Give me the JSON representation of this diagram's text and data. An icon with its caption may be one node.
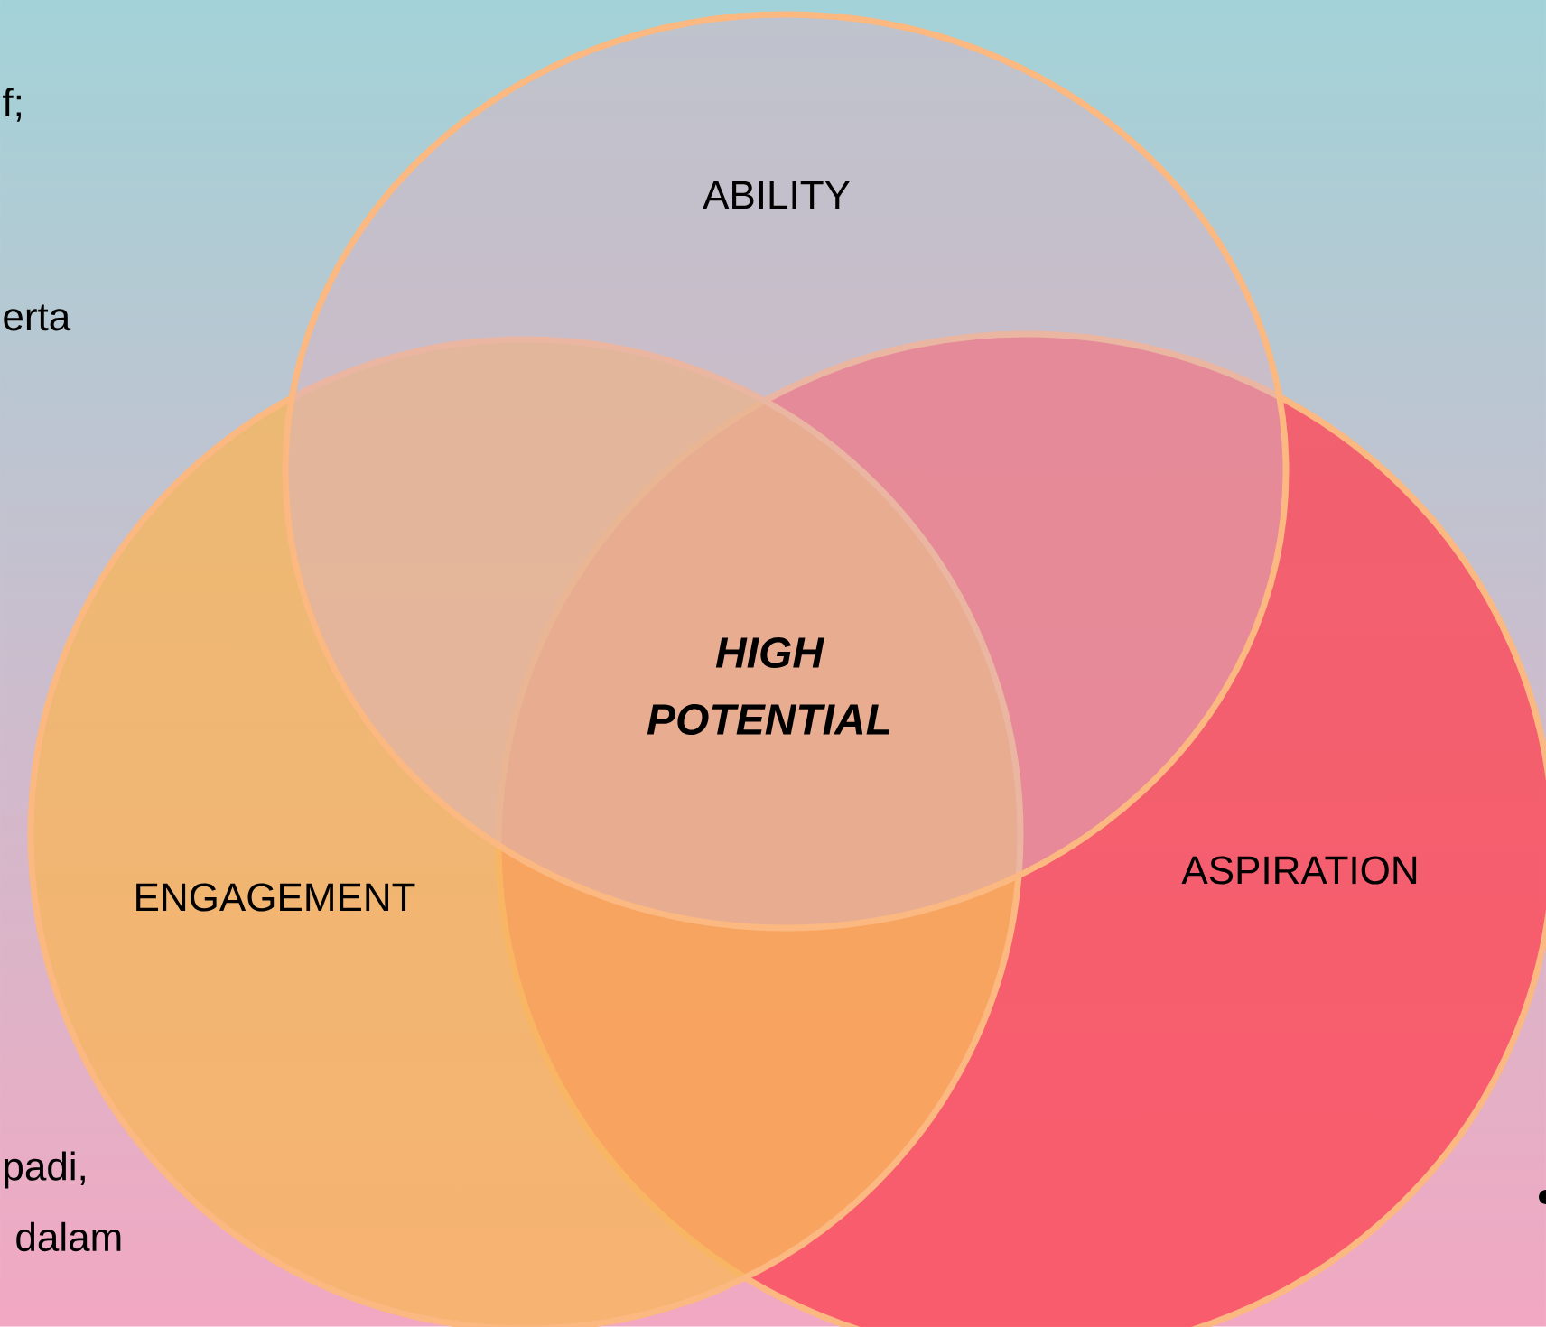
{
  "diagram": {
    "nodes": [
      {
        "text": [
          "ABILITY"
        ]
      },
      {
        "text": [
          "ENGAGEMENT"
        ]
      },
      {
        "text": [
          "ASPIRATION"
        ]
      }
    ],
    "labels": [
      "HIGH POTENTIAL",
      "f;",
      "erta",
      "padi,",
      "dalam"
    ]
  }
}
